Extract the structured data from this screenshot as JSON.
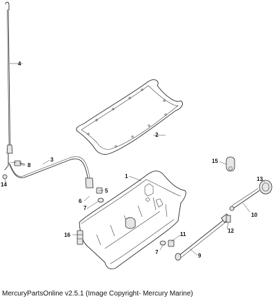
{
  "footer": {
    "text": "MercuryPartsOnline v2.5.1 (Image Copyright- Mercury Marine)"
  },
  "callouts": {
    "c1": "1",
    "c2": "2",
    "c3": "3",
    "c4": "4",
    "c5": "5",
    "c6": "6",
    "c7a": "7",
    "c7b": "7",
    "c8": "8",
    "c9": "9",
    "c10": "10",
    "c11": "11",
    "c12": "12",
    "c13": "13",
    "c14": "14",
    "c15": "15",
    "c16": "16"
  }
}
